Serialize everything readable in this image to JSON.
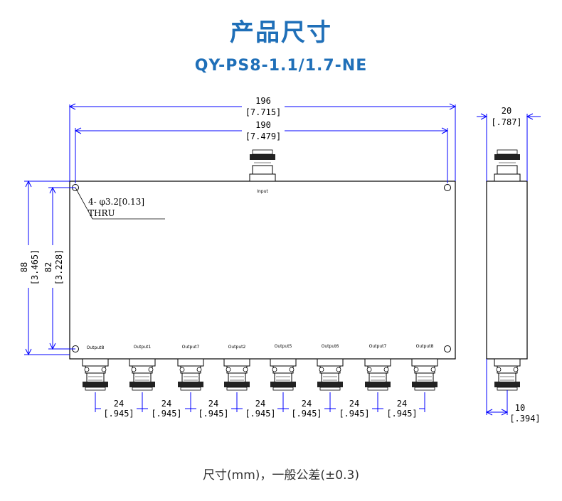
{
  "title": "产品尺寸",
  "model": "QY-PS8-1.1/1.7-NE",
  "dimensions": {
    "overall_length": "196",
    "overall_length_in": "[7.715]",
    "hole_spacing_x": "190",
    "hole_spacing_x_in": "[7.479]",
    "overall_height": "88",
    "overall_height_in": "[3.465]",
    "hole_spacing_y": "82",
    "hole_spacing_y_in": "[3.228]",
    "thickness": "20",
    "thickness_in": "[.787]",
    "connector_offset": "10",
    "connector_offset_in": "[.394]",
    "port_pitch": "24",
    "port_pitch_in": "[.945]"
  },
  "hole_note": {
    "line1": "4- φ3.2[0.13]",
    "line2": "THRU"
  },
  "input_label": "Input",
  "output_labels": [
    "Output8",
    "Output1",
    "Output7",
    "Output2",
    "Output5",
    "Output6",
    "Output7",
    "Output8"
  ],
  "footer": "尺寸(mm)，一般公差(±0.3)",
  "colors": {
    "title": "#1f6fb8",
    "dimension_line": "#0000ff",
    "outline": "#000000"
  }
}
